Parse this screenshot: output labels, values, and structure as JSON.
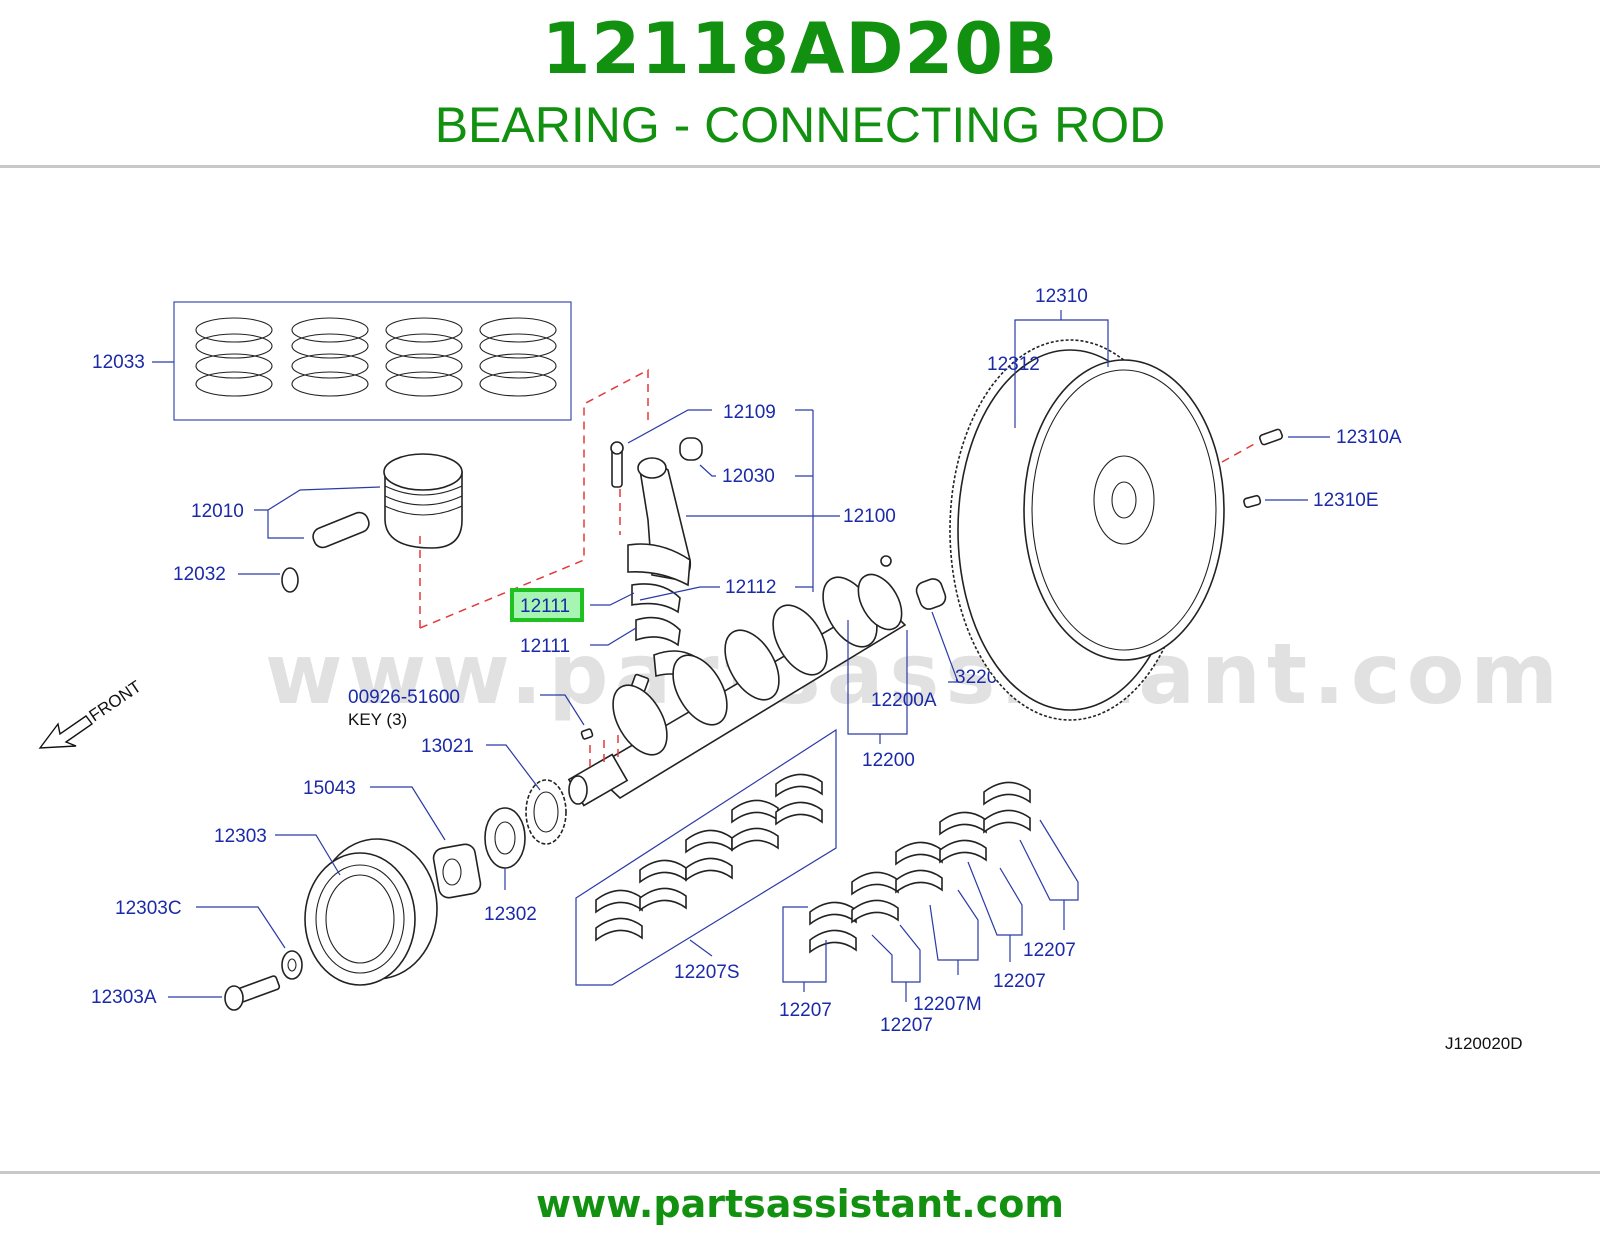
{
  "header": {
    "part_number": "12118AD20B",
    "part_name": "BEARING - CONNECTING ROD"
  },
  "footer": {
    "website": "www.partsassistant.com"
  },
  "watermark": "www.partsassistant.com",
  "diagram_code": "J120020D",
  "front_label": "FRONT",
  "highlight_color": "#1fc01f",
  "title_color": "#12900f",
  "label_color": "#1b2aa8",
  "labels": {
    "p12033": "12033",
    "p12010": "12010",
    "p12032": "12032",
    "p12109": "12109",
    "p12030": "12030",
    "p12100": "12100",
    "p12111_highlight": "12111",
    "p12111": "12111",
    "p12112": "12112",
    "p12310": "12310",
    "p12312": "12312",
    "p12310A": "12310A",
    "p12310E": "12310E",
    "p32202": "32202",
    "p12200A": "12200A",
    "p12200": "12200",
    "p00926": "00926-51600",
    "key": "KEY  (3)",
    "p13021": "13021",
    "p15043": "15043",
    "p12303": "12303",
    "p12303C": "12303C",
    "p12303A": "12303A",
    "p12302": "12302",
    "p12207S": "12207S",
    "p12207_a": "12207",
    "p12207_b": "12207",
    "p12207M": "12207M",
    "p12207_c": "12207",
    "p12207_d": "12207"
  }
}
